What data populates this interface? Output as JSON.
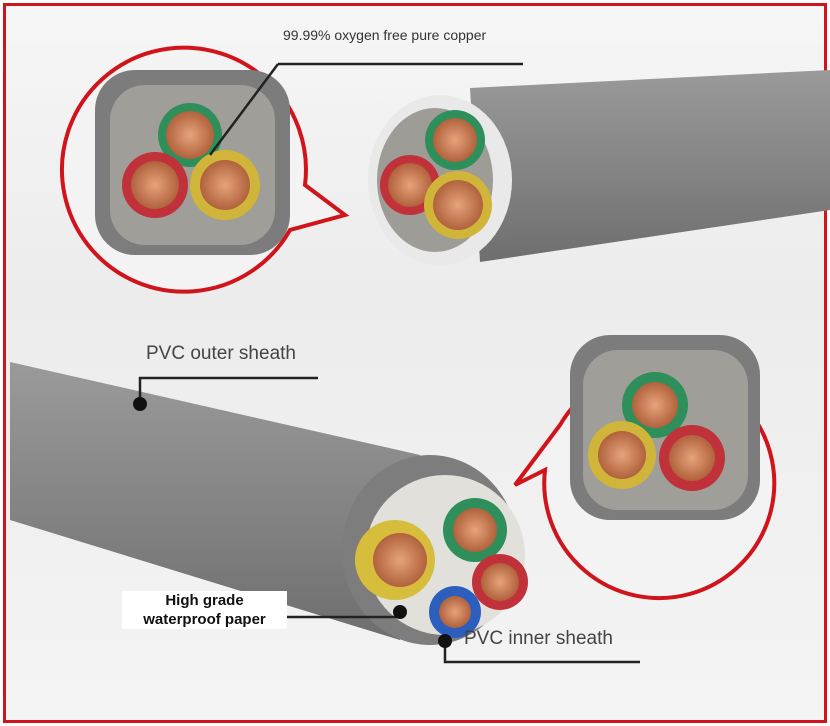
{
  "labels": {
    "copper": "99.99% oxygen free pure copper",
    "outer_sheath": "PVC outer sheath",
    "waterproof_paper_line1": "High grade",
    "waterproof_paper_line2": "waterproof paper",
    "inner_sheath": "PVC inner sheath"
  },
  "colors": {
    "frame": "#d0141b",
    "sheath": "#8a8a8a"
  }
}
